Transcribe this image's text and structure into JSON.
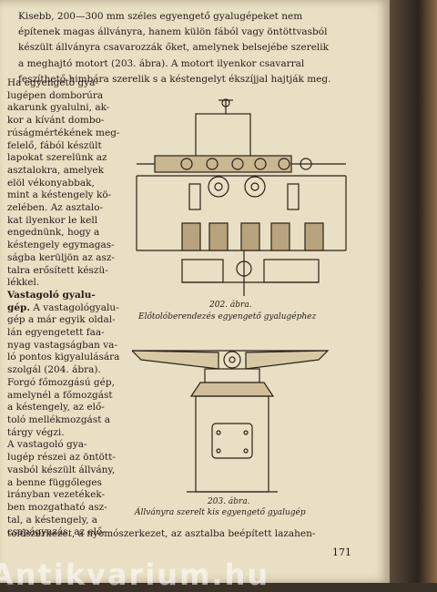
{
  "top_lines": [
    "Kisebb, 200—300 mm széles egyengető gyalugépeket nem",
    "építenek magas állványra, hanem külön fából vagy öntöttvasból",
    "készült állványra csavarozzák őket, amelynek belsejébe szerelik",
    "a meghajtó motort (203. ábra). A motort ilyenkor csavarral",
    "feszíthető himbára szerelik s a késtengelyt ékszíjjal hajtják meg."
  ],
  "left_lines": [
    "Ha egyengető gya-",
    "lugépen domborúra",
    "akarunk gyalulni, ak-",
    "kor a kívánt dombo-",
    "rúságmértékének meg-",
    "felelő, fából készült",
    "lapokat szerelünk az",
    "asztalokra, amelyek",
    "elöl vékonyabbak,",
    "mint a késtengely kö-",
    "zelében. Az asztalo-",
    "kat ilyenkor le kell",
    "engednünk, hogy a",
    "késtengely egymagas-",
    "ságba kerüljön az asz-",
    "talra erősített készü-",
    "lékkel."
  ],
  "section_heading": "Vastagoló gyalu-",
  "section_heading2": "gép.",
  "section_lines": [
    "A vastagológyalu-",
    "gép a már egyik oldal-",
    "lán egyengetett faa-",
    "nyag vastagságban va-",
    "ló pontos kigyalulására",
    "szolgál (204. ábra).",
    "Forgó főmozgású gép,",
    "amelynél a főmozgást",
    "a késtengely, az elő-",
    "toló mellékmozgást a",
    "tárgy végzi.",
    "A vastagoló gya-",
    "lugép részei az öntött-",
    "vasból készült állvány,",
    "a benne függőleges",
    "irányban vezetékek-",
    "ben mozgatható asz-",
    "tal, a késtengely, a",
    "csapágyazás, az elő-"
  ],
  "bottom_lines": [
    "tolószerkezet, a nyomószerkezet, az asztalba beépített lazahen-"
  ],
  "fig1_number": "202. ábra.",
  "fig1_caption": "Előtolóberendezés egyengető gyalugéphez",
  "fig2_number": "203. ábra.",
  "fig2_caption": "Állványra szerelt kis egyengető gyalugép",
  "page_number": "171",
  "watermark": "Antikvarium.hu"
}
